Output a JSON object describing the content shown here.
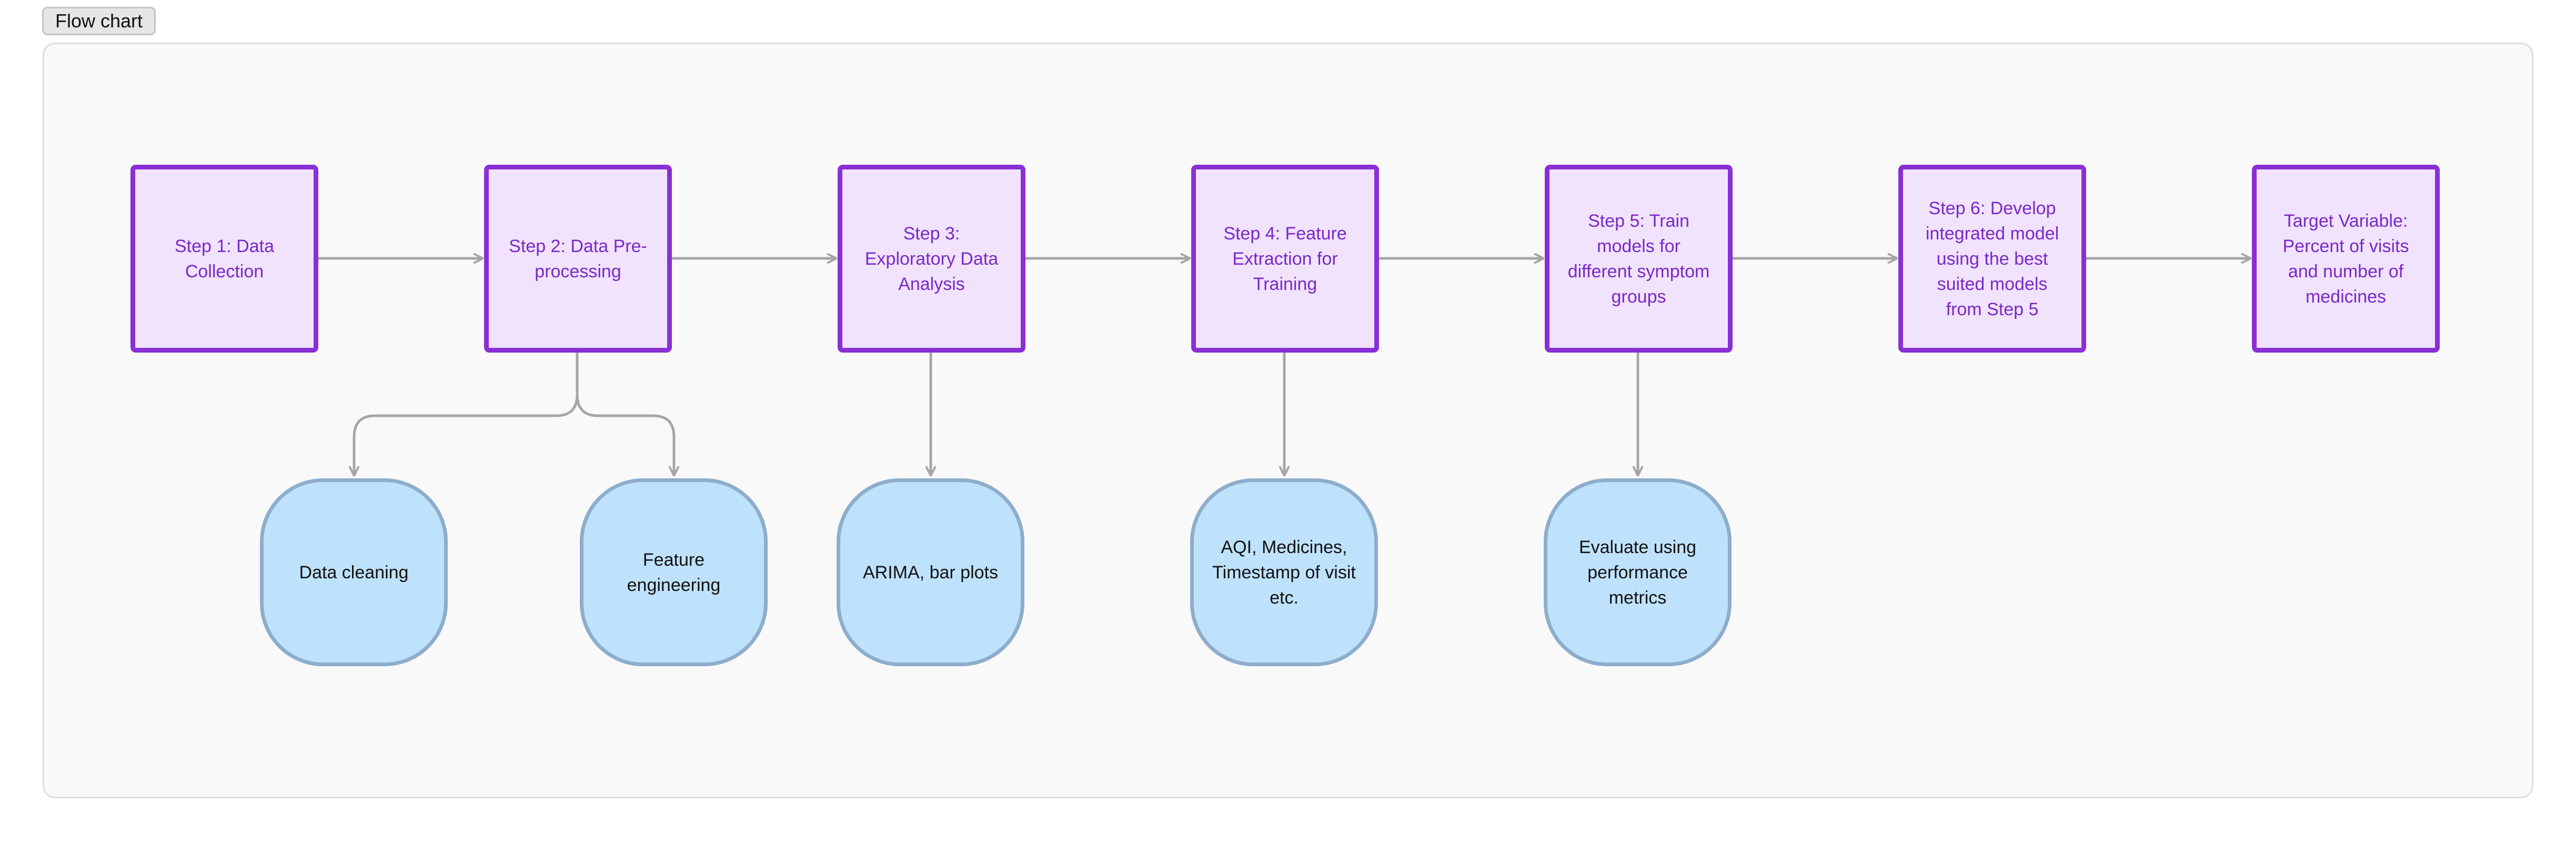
{
  "tab": {
    "label": "Flow chart"
  },
  "diagram": {
    "steps": [
      {
        "label": "Step 1: Data Collection"
      },
      {
        "label": "Step 2: Data Pre-processing"
      },
      {
        "label": "Step 3: Exploratory Data Analysis"
      },
      {
        "label": "Step 4: Feature Extraction for Training"
      },
      {
        "label": "Step 5: Train models for different symptom groups"
      },
      {
        "label": "Step 6: Develop integrated model using the best suited models from Step 5"
      },
      {
        "label": "Target Variable: Percent of visits and number of medicines"
      }
    ],
    "details": [
      {
        "label": "Data cleaning"
      },
      {
        "label": "Feature engineering"
      },
      {
        "label": "ARIMA, bar plots"
      },
      {
        "label": "AQI, Medicines, Timestamp of visit etc."
      },
      {
        "label": "Evaluate using performance metrics"
      }
    ],
    "colors": {
      "step_fill": "#f1e3fd",
      "step_border": "#8a2fd6",
      "step_text": "#7a28c8",
      "detail_fill": "#bfe2fc",
      "detail_border": "#8eadcc",
      "connector": "#a6a6a6"
    }
  }
}
